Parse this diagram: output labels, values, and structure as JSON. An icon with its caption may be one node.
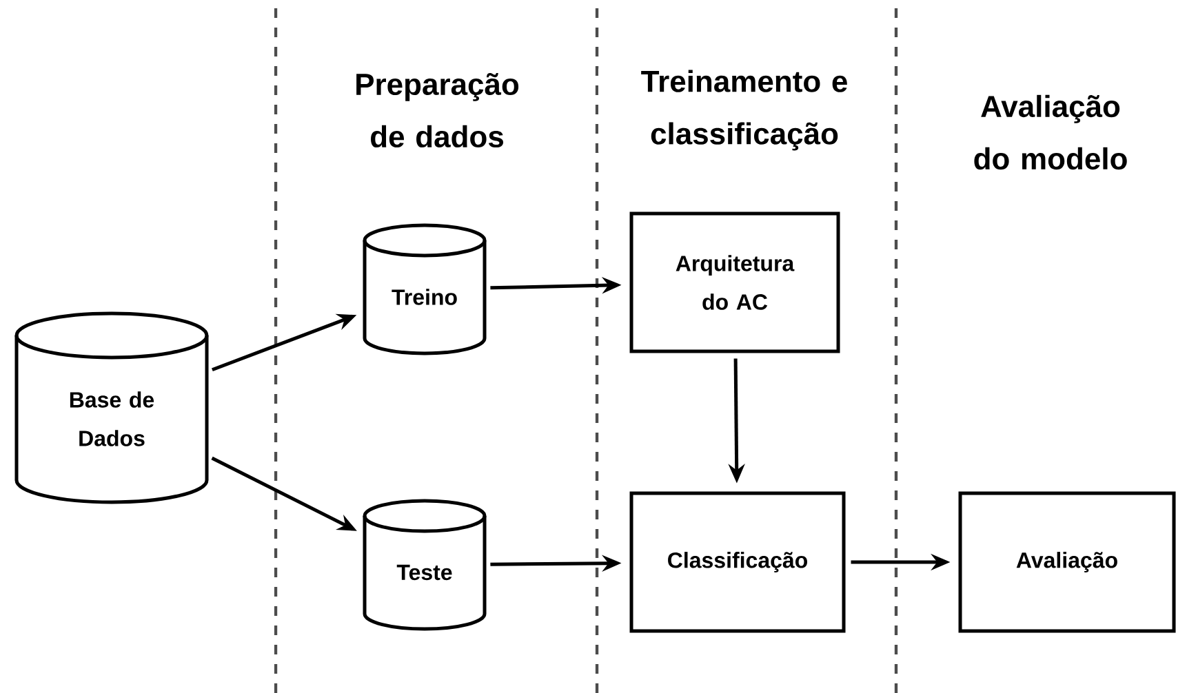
{
  "diagram": {
    "nodes": [
      {
        "text": [
          "Base de Dados"
        ]
      },
      {
        "text": [
          "Treino"
        ]
      },
      {
        "text": [
          "Teste"
        ]
      },
      {
        "text": [
          "Arquitetura do AC"
        ]
      },
      {
        "text": [
          "Classificação"
        ]
      },
      {
        "text": [
          "Avaliação"
        ]
      }
    ],
    "edges": [
      {
        "from": 0,
        "to": 1,
        "arrow": "to"
      },
      {
        "from": 0,
        "to": 2,
        "arrow": "to"
      },
      {
        "from": 1,
        "to": 3,
        "arrow": "to"
      },
      {
        "from": 3,
        "to": 4,
        "arrow": "to"
      },
      {
        "from": 2,
        "to": 4,
        "arrow": "to"
      },
      {
        "from": 4,
        "to": 5,
        "arrow": "to"
      }
    ],
    "labels": [
      "Preparação de dados",
      "Treinamento e classificação",
      "Avaliação do modelo"
    ]
  }
}
